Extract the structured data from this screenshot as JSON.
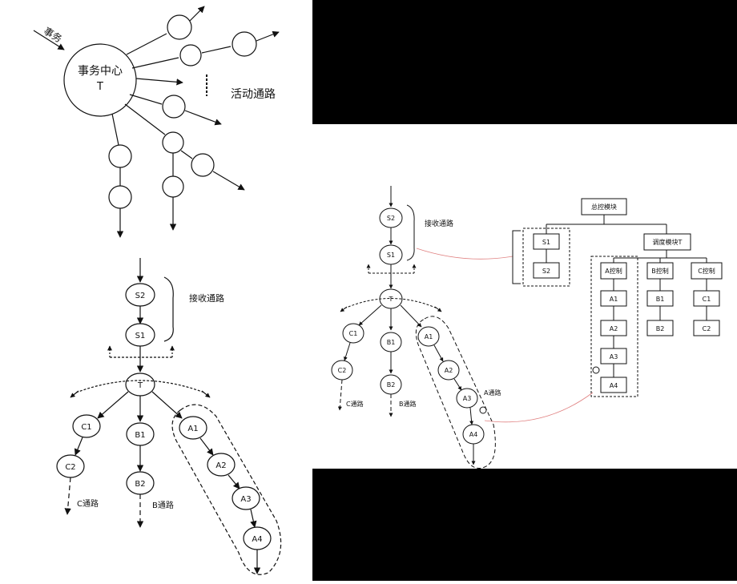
{
  "colors": {
    "background": "#ffffff",
    "panel_black": "#000000",
    "line": "#111111",
    "link_red": "#e08080"
  },
  "top_left": {
    "center_title": "事务中心",
    "center_label": "T",
    "input_label": "事务",
    "activity_label": "活动通路"
  },
  "bottom_left": {
    "nodes": {
      "s2": "S2",
      "s1": "S1",
      "t": "T",
      "c1": "C1",
      "c2": "C2",
      "b1": "B1",
      "b2": "B2",
      "a1": "A1",
      "a2": "A2",
      "a3": "A3",
      "a4": "A4"
    },
    "receive_path_label": "接收通路",
    "c_path_label": "C通路",
    "b_path_label": "B通路"
  },
  "right": {
    "nodes": {
      "s2": "S2",
      "s1": "S1",
      "t": "T",
      "c1": "C1",
      "c2": "C2",
      "b1": "B1",
      "b2": "B2",
      "a1": "A1",
      "a2": "A2",
      "a3": "A3",
      "a4": "A4"
    },
    "receive_path_label": "接收通路",
    "c_path_label": "C通路",
    "b_path_label": "B通路",
    "a_path_label": "A通路",
    "tree": {
      "root": "总控模块",
      "dispatch": "调度模块T",
      "a_control": "A控制",
      "b_control": "B控制",
      "c_control": "C控制",
      "s1": "S1",
      "s2": "S2",
      "a1": "A1",
      "a2": "A2",
      "a3": "A3",
      "a4": "A4",
      "b1": "B1",
      "b2": "B2",
      "c1": "C1",
      "c2": "C2"
    }
  }
}
